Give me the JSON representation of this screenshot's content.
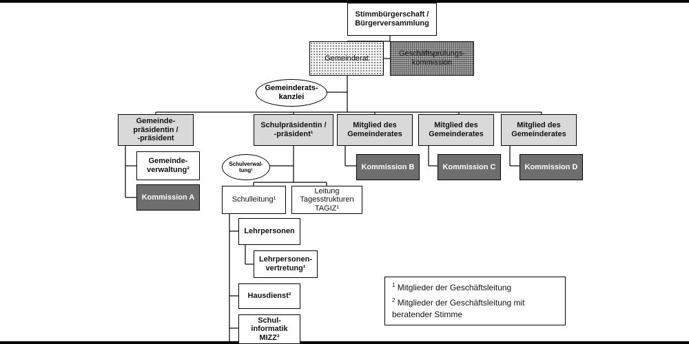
{
  "nodes": {
    "stimmbuerger": "Stimmbürgerschaft /\nBürgerversammlung",
    "gemeinderat": "Gemeinderat",
    "gpk": "Geschäftsprüfungs-\nkommission",
    "kanzlei": "Gemeinderats-\nkanzlei",
    "gemeindepraesident": "Gemeinde-\npräsidentin /\n-präsident",
    "schulpraesident": "Schulpräsidentin /\n-präsident¹",
    "mitglied1": "Mitglied des\nGemeinderates",
    "mitglied2": "Mitglied des\nGemeinderates",
    "mitglied3": "Mitglied des\nGemeinderates",
    "gemeindeverwaltung": "Gemeinde-\nverwaltung²",
    "kommission_a": "Kommission A",
    "kommission_b": "Kommission B",
    "kommission_c": "Kommission C",
    "kommission_d": "Kommission D",
    "schulverwaltung": "Schulverwal-\ntung¹",
    "schulleitung": "Schulleitung¹",
    "tagiz": "Leitung\nTagesstrukturen\nTAGIZ¹",
    "lehrpersonen": "Lehrpersonen",
    "lehrpersonenvertretung": "Lehrpersonen-\nvertretung¹",
    "hausdienst": "Hausdienst²",
    "schulinformatik": "Schul-\ninformatik\nMIZZ²"
  },
  "legend": {
    "note1_marker": "1",
    "note1_text": "Mitglieder der Geschäftsleitung",
    "note2_marker": "2",
    "note2_text_line1": "Mitglieder der Geschäftsleitung mit",
    "note2_text_line2": "beratender Stimme"
  }
}
